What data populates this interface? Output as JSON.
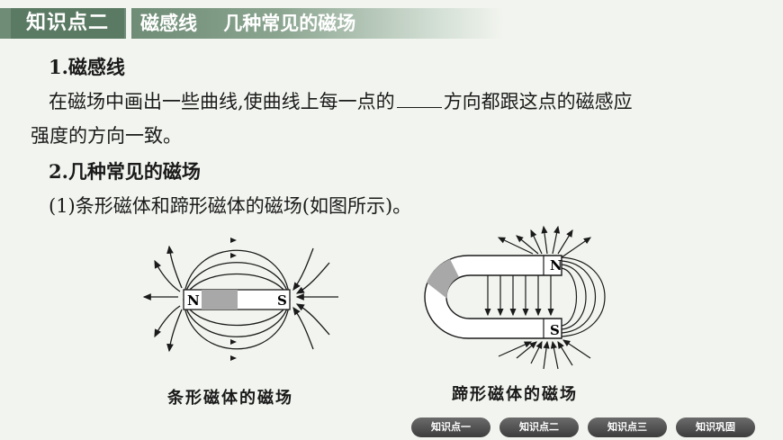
{
  "header": {
    "badge": "知识点二",
    "title": "磁感线    几种常见的磁场"
  },
  "section1": {
    "num": "1",
    "heading": ".磁感线",
    "line1_before": "在磁场中画出一些曲线,使曲线上每一点的",
    "line1_after": "方向都跟这点的磁感应",
    "line2": "强度的方向一致。"
  },
  "section2": {
    "num": "2",
    "heading": ".几种常见的磁场",
    "sub": "(1)条形磁体和蹄形磁体的磁场(如图所示)。"
  },
  "figures": {
    "bar_magnet": {
      "pole_n": "N",
      "pole_s": "S",
      "caption": "条形磁体的磁场"
    },
    "horseshoe_magnet": {
      "pole_n": "N",
      "pole_s": "S",
      "caption": "蹄形磁体的磁场"
    }
  },
  "nav": {
    "items": [
      "知识点一",
      "知识点二",
      "知识点三",
      "知识巩固"
    ]
  },
  "colors": {
    "header": "#6e8c76",
    "badge": "#5b7a63",
    "background": "#f2f5ef"
  }
}
